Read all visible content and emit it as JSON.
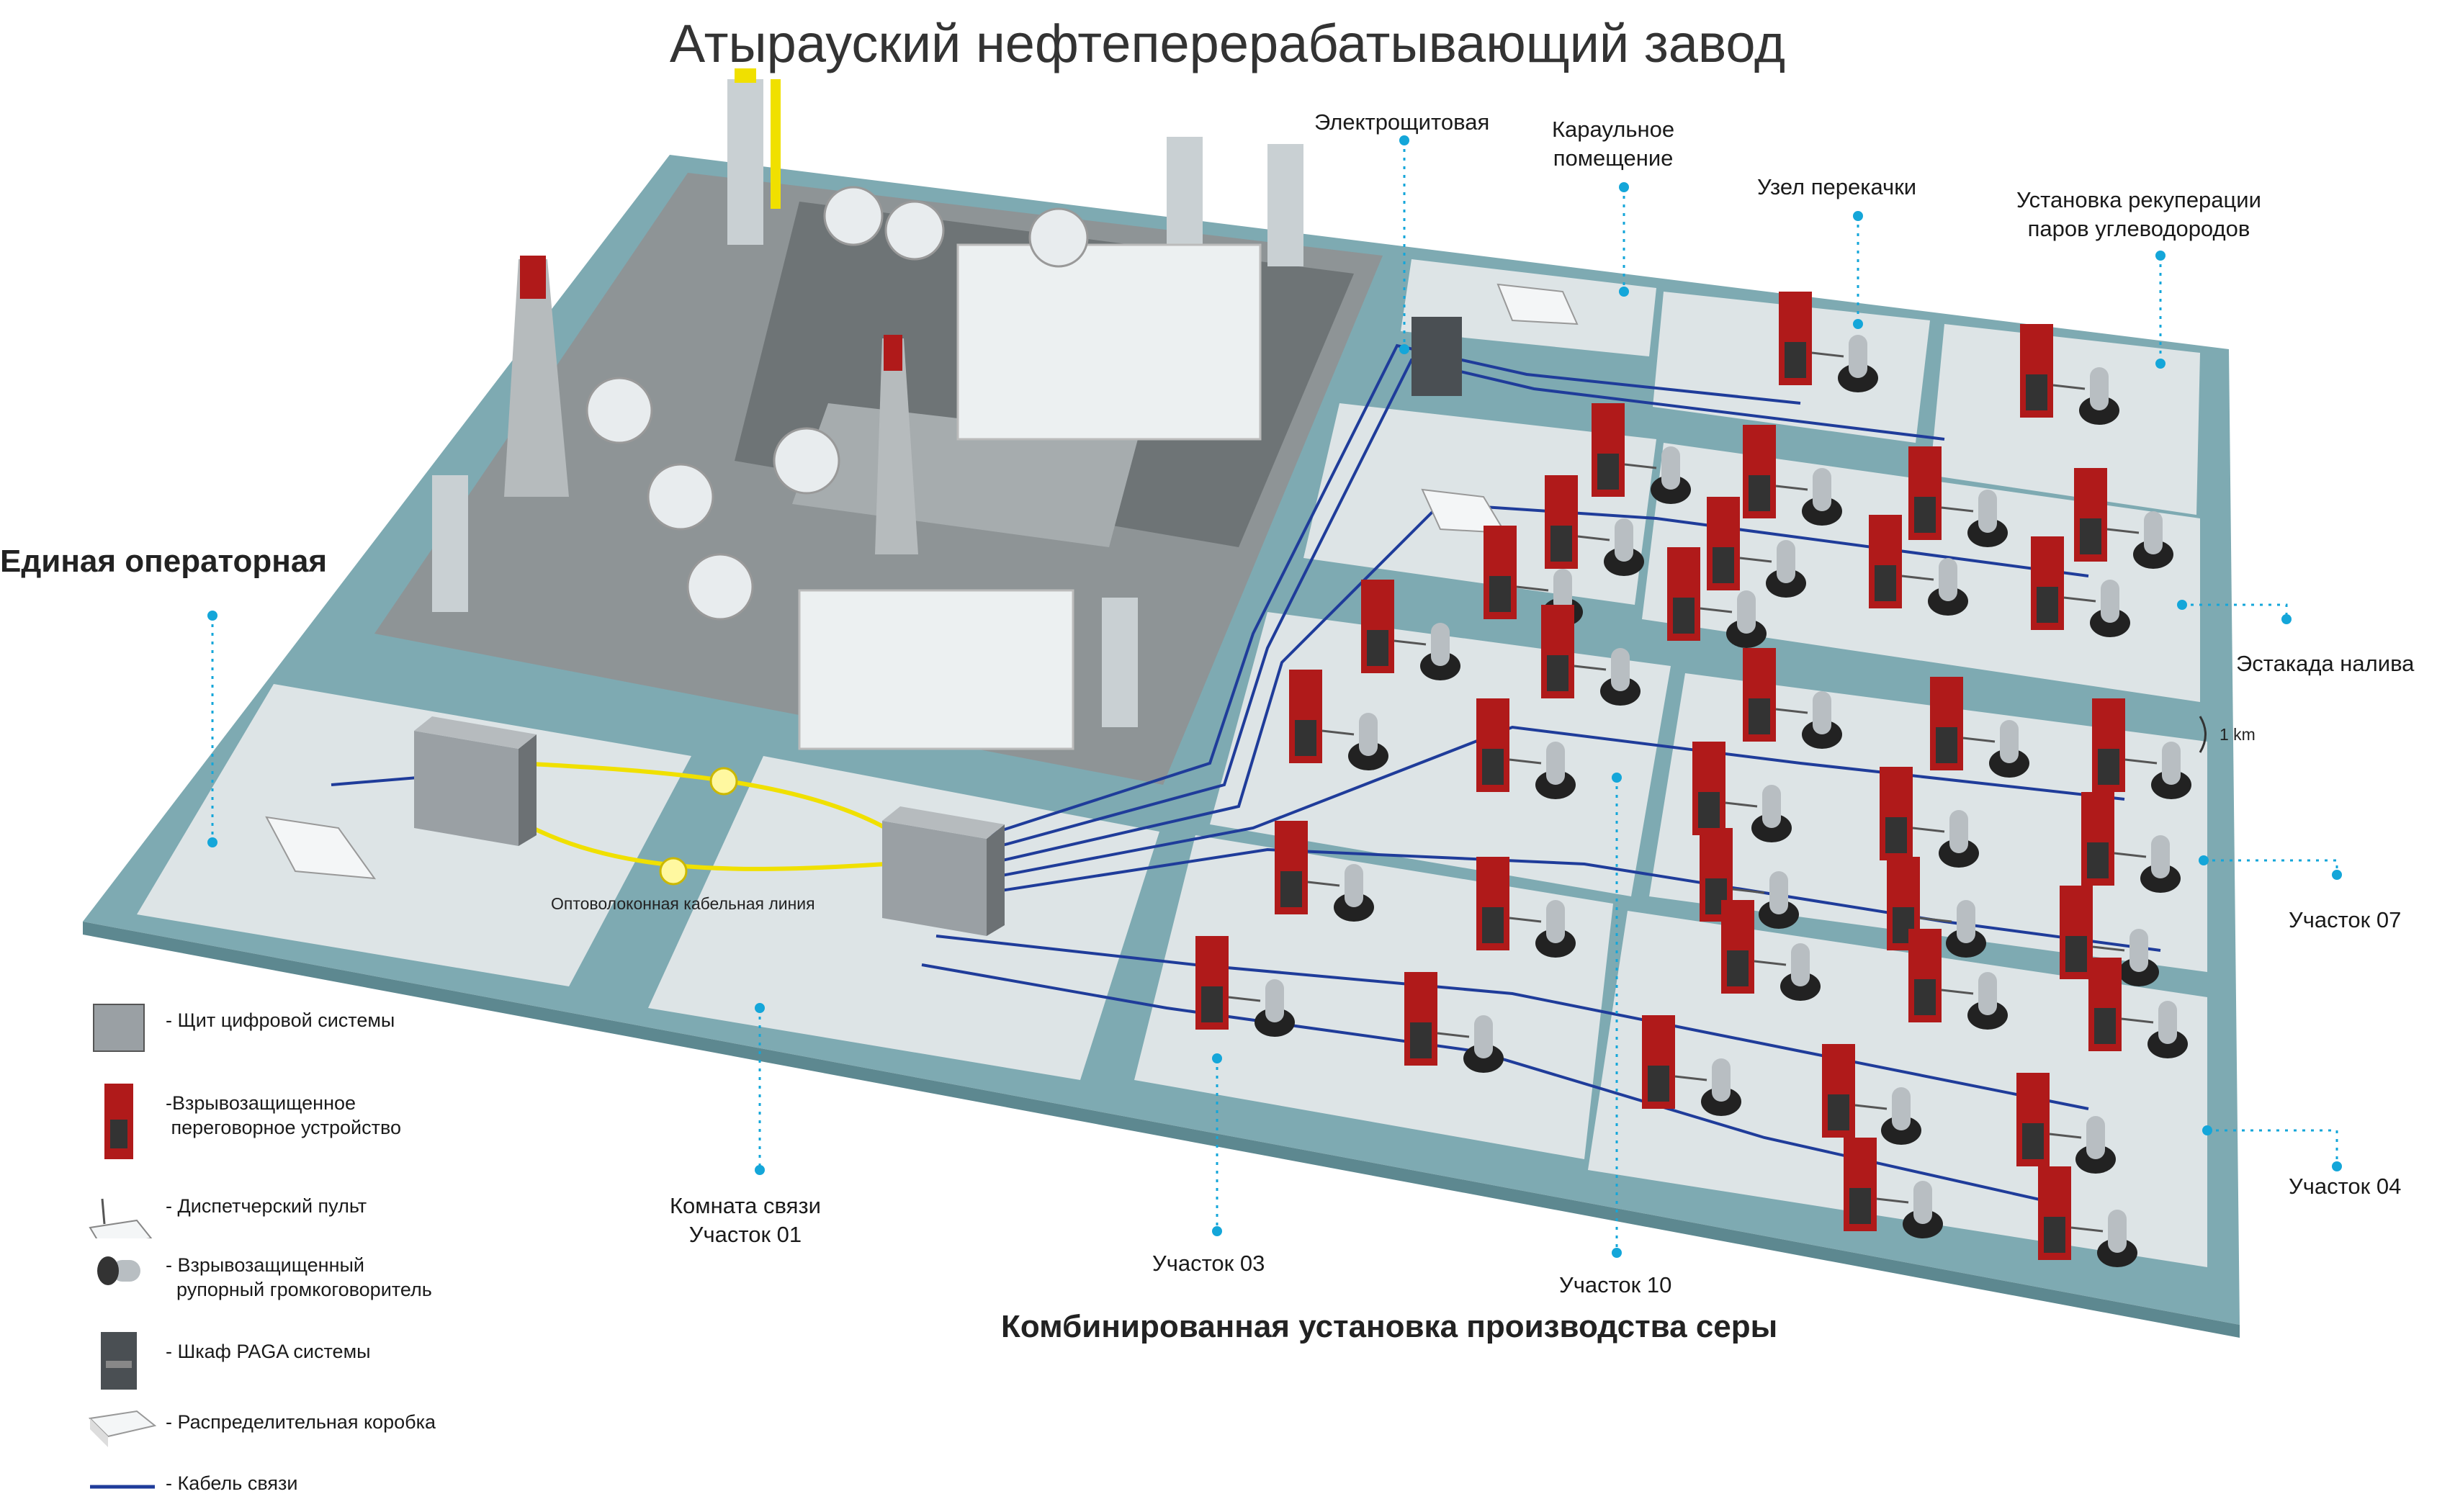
{
  "title": "Атырауский нефтеперерабатывающий завод",
  "labels": {
    "operator": "Единая операторная",
    "elec": "Электрощитовая",
    "guard": "Караульное\nпомещение",
    "pump": "Узел перекачки",
    "recovery": "Установка рекуперации\nпаров углеводородов",
    "estakada": "Эстакада налива",
    "km": "1 km",
    "u07": "Участок 07",
    "u04": "Участок 04",
    "u10": "Участок 10",
    "u03": "Участок 03",
    "comm": "Комната связи\nУчасток 01",
    "fiber": "Оптоволоконная кабельная линия",
    "sulfur": "Комбинированная установка производства серы"
  },
  "legend": [
    {
      "icon": "digital-panel-icon",
      "text": "- Щит цифровой системы"
    },
    {
      "icon": "intercom-icon",
      "text": "-Взрывозащищенное\n переговорное устройство"
    },
    {
      "icon": "dispatcher-console-icon",
      "text": "- Диспетчерский пульт"
    },
    {
      "icon": "horn-speaker-icon",
      "text": "- Взрывозащищенный\n  рупорный громкоговоритель"
    },
    {
      "icon": "paga-cabinet-icon",
      "text": "- Шкаф PAGA системы"
    },
    {
      "icon": "junction-box-icon",
      "text": "- Распределительная коробка"
    },
    {
      "icon": "cable-icon",
      "text": "- Кабель связи"
    }
  ],
  "colors": {
    "platform": "#7eaab2",
    "pad": "#dde4e6",
    "refinery": "#8e9496",
    "cable": "#1f3c9a",
    "fiber": "#f0e000",
    "intercom": "#b01a1a",
    "pointer": "#14a6d9"
  }
}
